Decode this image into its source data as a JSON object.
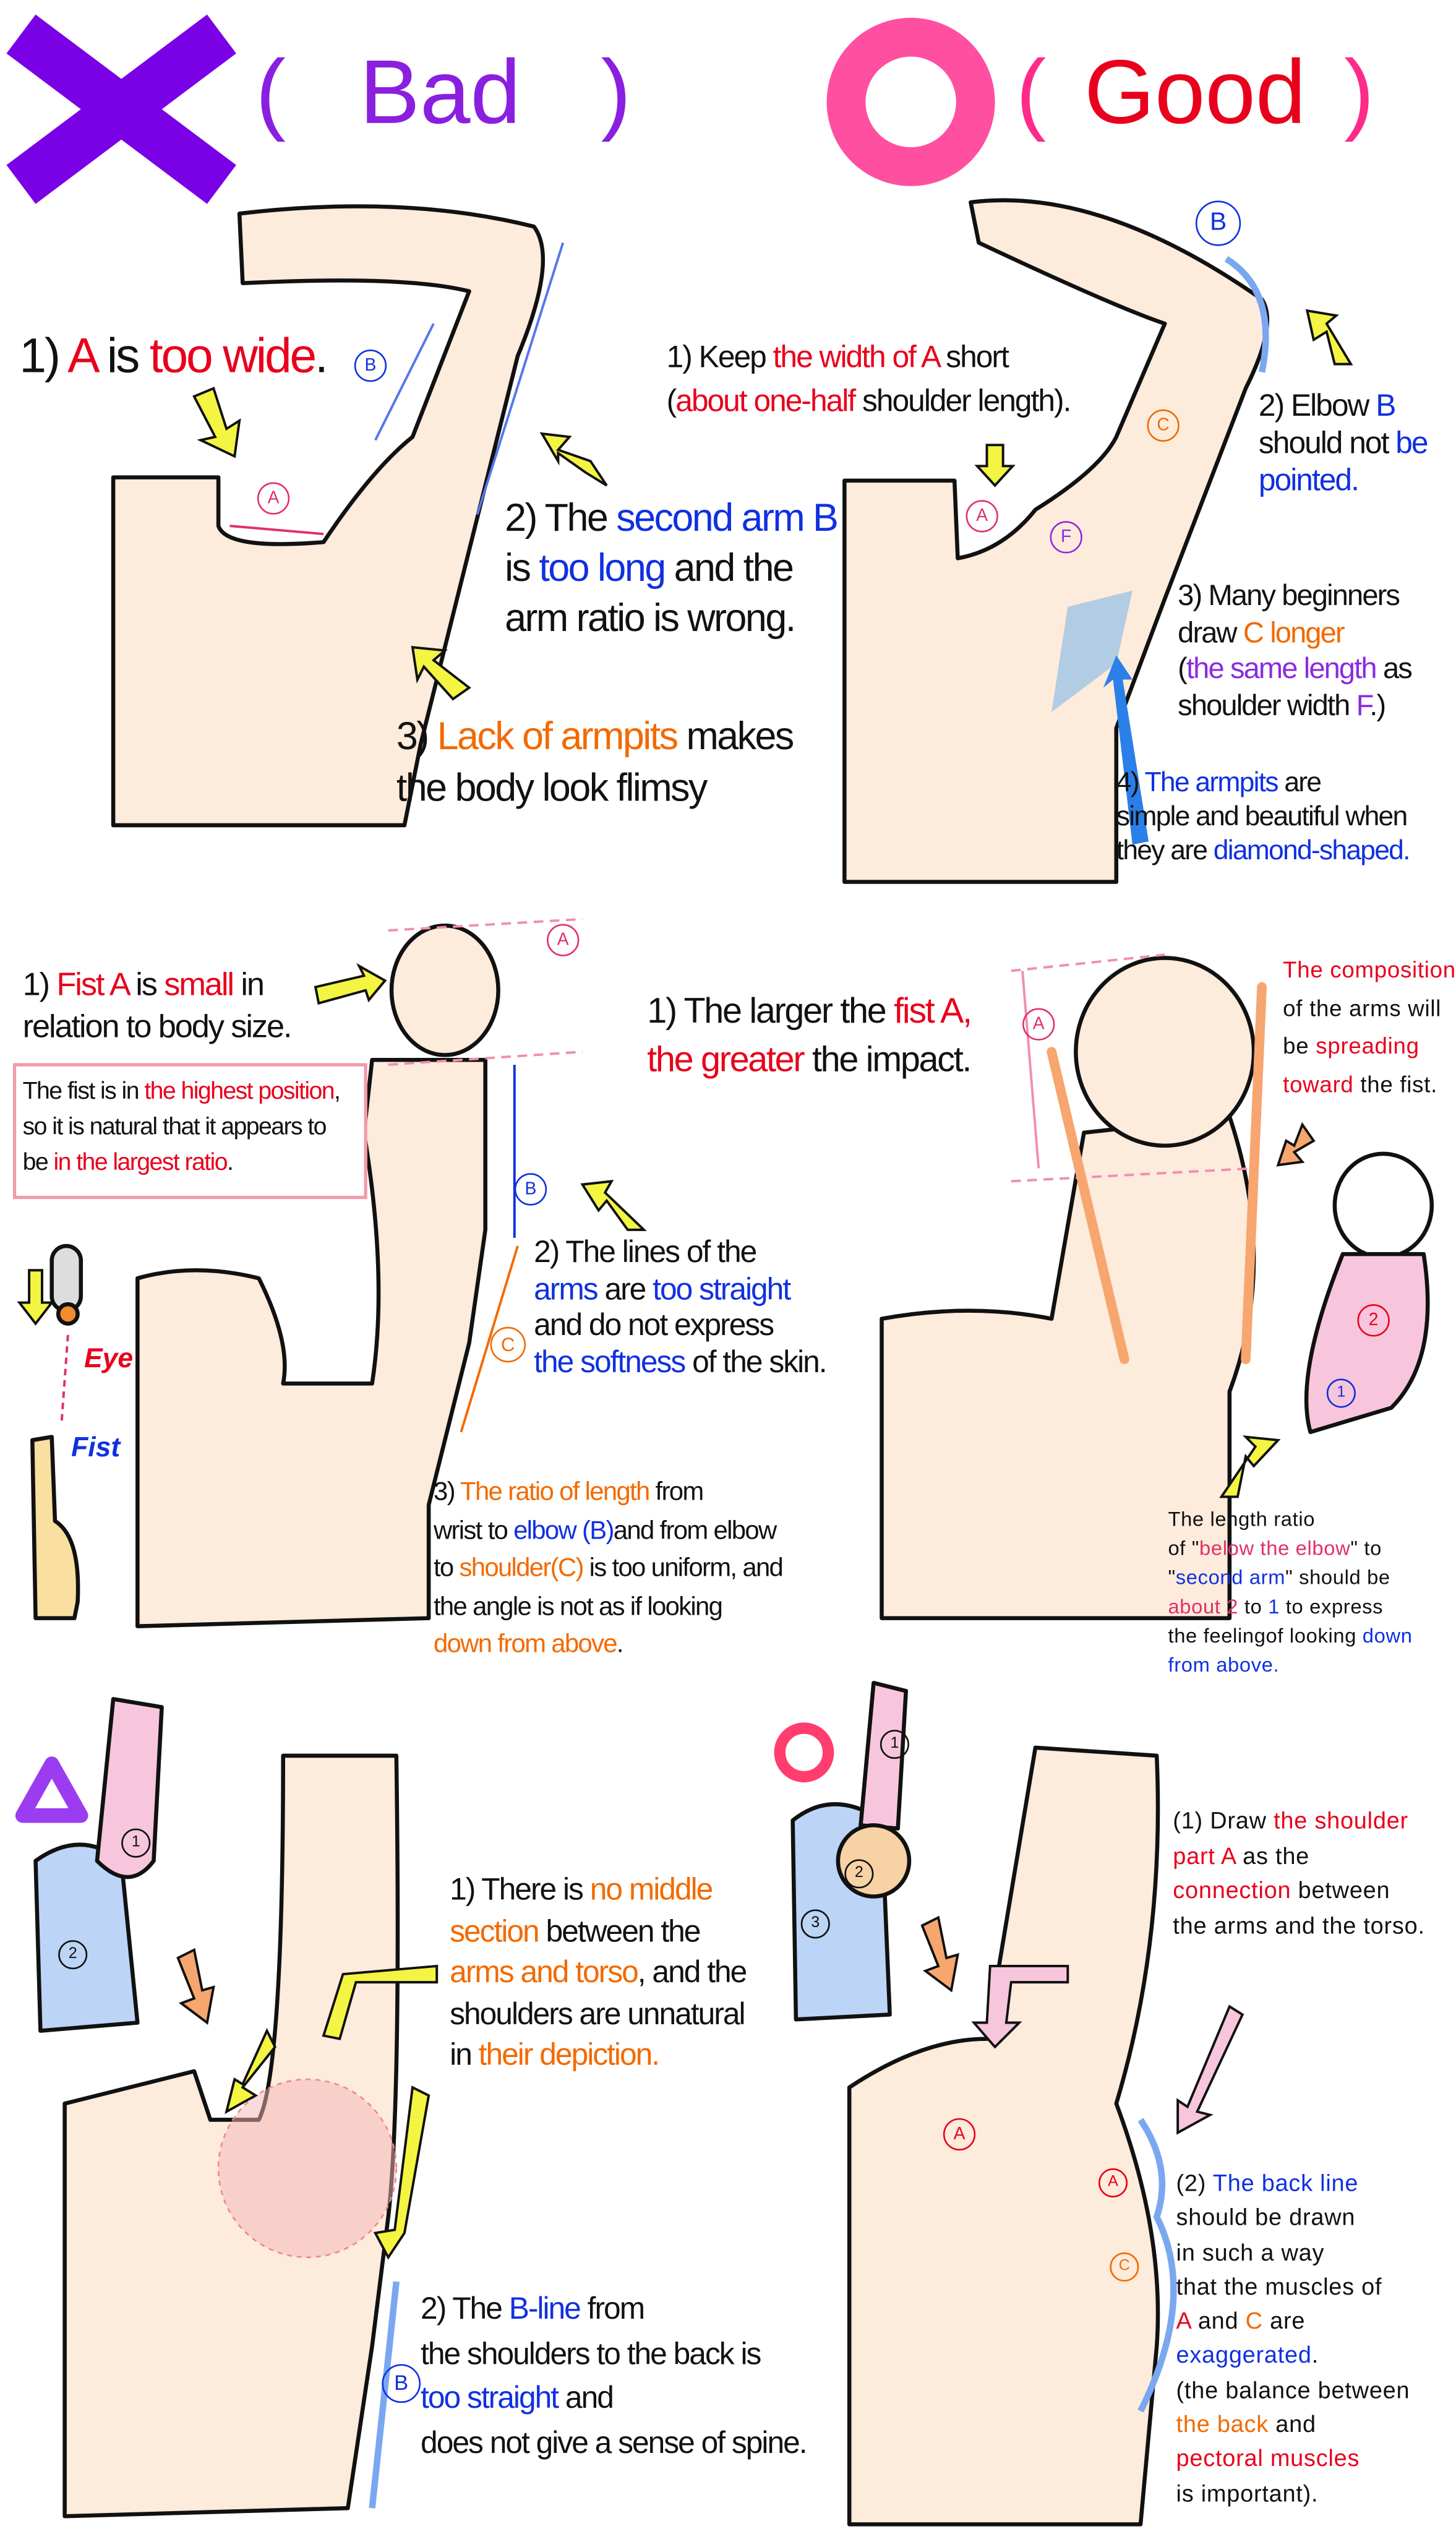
{
  "palette": {
    "k": "#111111",
    "red": "#e8001c",
    "blue": "#1030e0",
    "orange": "#f26a00",
    "purple": "#8a2be2",
    "pink": "#e0306a",
    "header_purple": "#8a1fe0",
    "header_pink": "#ff2b8a",
    "ring_pink": "#ff4fa0",
    "skin": "#fdebdc",
    "lightblue": "#bcd4f6",
    "lightpink": "#f7c6dc",
    "yellow": "#f3f542",
    "peach": "#f6a66e"
  },
  "header": {
    "bad": {
      "icon": "x-mark-icon",
      "open": "(",
      "label": "Bad",
      "close": ")"
    },
    "good": {
      "icon": "circle-mark-icon",
      "open": "(",
      "label": "Good",
      "close": ")"
    }
  },
  "side_labels": {
    "eye": "Eye",
    "fist": "Fist"
  },
  "blocks": [
    {
      "id": "b1",
      "lines": [
        [
          {
            "t": "1) ",
            "c": "k"
          },
          {
            "t": "A",
            "c": "red"
          },
          {
            "t": " is ",
            "c": "k"
          },
          {
            "t": "too wide",
            "c": "red"
          },
          {
            "t": ".",
            "c": "k"
          }
        ]
      ]
    },
    {
      "id": "b2",
      "lines": [
        [
          {
            "t": "2) The ",
            "c": "k"
          },
          {
            "t": "second arm B",
            "c": "blue"
          }
        ],
        [
          {
            "t": "is ",
            "c": "k"
          },
          {
            "t": "too long",
            "c": "blue"
          },
          {
            "t": " and the",
            "c": "k"
          }
        ],
        [
          {
            "t": "arm ratio is wrong.",
            "c": "k"
          }
        ]
      ]
    },
    {
      "id": "b3",
      "lines": [
        [
          {
            "t": "3) ",
            "c": "k"
          },
          {
            "t": "Lack of armpits",
            "c": "orange"
          },
          {
            "t": " makes",
            "c": "k"
          }
        ],
        [
          {
            "t": "the body look flimsy",
            "c": "k"
          }
        ]
      ]
    },
    {
      "id": "g1",
      "lines": [
        [
          {
            "t": "1) Keep ",
            "c": "k"
          },
          {
            "t": "the width of A",
            "c": "red"
          },
          {
            "t": " short",
            "c": "k"
          }
        ],
        [
          {
            "t": "(",
            "c": "k"
          },
          {
            "t": "about one-half",
            "c": "red"
          },
          {
            "t": " shoulder length).",
            "c": "k"
          }
        ]
      ]
    },
    {
      "id": "g2",
      "lines": [
        [
          {
            "t": "2) Elbow ",
            "c": "k"
          },
          {
            "t": "B",
            "c": "blue"
          }
        ],
        [
          {
            "t": "should not ",
            "c": "k"
          },
          {
            "t": "be",
            "c": "blue"
          }
        ],
        [
          {
            "t": "pointed.",
            "c": "blue"
          }
        ]
      ]
    },
    {
      "id": "g3",
      "lines": [
        [
          {
            "t": "3) Many beginners",
            "c": "k"
          }
        ],
        [
          {
            "t": "draw ",
            "c": "k"
          },
          {
            "t": "C longer",
            "c": "orange"
          }
        ],
        [
          {
            "t": "(",
            "c": "k"
          },
          {
            "t": "the same length",
            "c": "purple"
          },
          {
            "t": " as",
            "c": "k"
          }
        ],
        [
          {
            "t": "shoulder width ",
            "c": "k"
          },
          {
            "t": "F",
            "c": "purple"
          },
          {
            "t": ".)",
            "c": "k"
          }
        ]
      ]
    },
    {
      "id": "g4",
      "lines": [
        [
          {
            "t": "4) ",
            "c": "k"
          },
          {
            "t": "The armpits",
            "c": "blue"
          },
          {
            "t": " are",
            "c": "k"
          }
        ],
        [
          {
            "t": "simple and beautiful when",
            "c": "k"
          }
        ],
        [
          {
            "t": "they are ",
            "c": "k"
          },
          {
            "t": "diamond-shaped.",
            "c": "blue"
          }
        ]
      ]
    },
    {
      "id": "c1",
      "lines": [
        [
          {
            "t": "1) ",
            "c": "k"
          },
          {
            "t": "Fist A",
            "c": "red"
          },
          {
            "t": " is ",
            "c": "k"
          },
          {
            "t": "small",
            "c": "red"
          },
          {
            "t": " in",
            "c": "k"
          }
        ],
        [
          {
            "t": "relation to body size.",
            "c": "k"
          }
        ]
      ]
    },
    {
      "id": "cbox",
      "lines": [
        [
          {
            "t": "The fist is in ",
            "c": "k"
          },
          {
            "t": "the highest position",
            "c": "red"
          },
          {
            "t": ",",
            "c": "k"
          }
        ],
        [
          {
            "t": "so it is natural that it appears to",
            "c": "k"
          }
        ],
        [
          {
            "t": "be ",
            "c": "k"
          },
          {
            "t": "in the largest ratio",
            "c": "red"
          },
          {
            "t": ".",
            "c": "k"
          }
        ]
      ]
    },
    {
      "id": "c2",
      "lines": [
        [
          {
            "t": "2) The lines of the",
            "c": "k"
          }
        ],
        [
          {
            "t": "arms",
            "c": "blue"
          },
          {
            "t": " are ",
            "c": "k"
          },
          {
            "t": "too straight",
            "c": "blue"
          }
        ],
        [
          {
            "t": "and do not express",
            "c": "k"
          }
        ],
        [
          {
            "t": "the softness",
            "c": "blue"
          },
          {
            "t": " of the skin.",
            "c": "k"
          }
        ]
      ]
    },
    {
      "id": "c3",
      "lines": [
        [
          {
            "t": "3) ",
            "c": "k"
          },
          {
            "t": "The ratio of length",
            "c": "orange"
          },
          {
            "t": " from",
            "c": "k"
          }
        ],
        [
          {
            "t": "wrist to ",
            "c": "k"
          },
          {
            "t": "elbow (B)",
            "c": "blue"
          },
          {
            "t": "and from elbow",
            "c": "k"
          }
        ],
        [
          {
            "t": "to ",
            "c": "k"
          },
          {
            "t": "shoulder(C)",
            "c": "orange"
          },
          {
            "t": " is too uniform, and",
            "c": "k"
          }
        ],
        [
          {
            "t": "the angle is not as if looking",
            "c": "k"
          }
        ],
        [
          {
            "t": "down from above",
            "c": "orange"
          },
          {
            "t": ".",
            "c": "k"
          }
        ]
      ]
    },
    {
      "id": "d1",
      "lines": [
        [
          {
            "t": "1) The larger the ",
            "c": "k"
          },
          {
            "t": "fist A,",
            "c": "red"
          }
        ],
        [
          {
            "t": "the greater",
            "c": "red"
          },
          {
            "t": " the impact.",
            "c": "k"
          }
        ]
      ]
    },
    {
      "id": "d2",
      "lines": [
        [
          {
            "t": "The composition",
            "c": "red"
          }
        ],
        [
          {
            "t": "of the arms will",
            "c": "k"
          }
        ],
        [
          {
            "t": "be ",
            "c": "k"
          },
          {
            "t": "spreading",
            "c": "red"
          }
        ],
        [
          {
            "t": "toward",
            "c": "red"
          },
          {
            "t": " the fist.",
            "c": "k"
          }
        ]
      ]
    },
    {
      "id": "d3",
      "lines": [
        [
          {
            "t": "The length ratio",
            "c": "k"
          }
        ],
        [
          {
            "t": "of \"",
            "c": "k"
          },
          {
            "t": "below the elbow",
            "c": "pink"
          },
          {
            "t": "\" to",
            "c": "k"
          }
        ],
        [
          {
            "t": "\"",
            "c": "k"
          },
          {
            "t": "second arm",
            "c": "blue"
          },
          {
            "t": "\" should be",
            "c": "k"
          }
        ],
        [
          {
            "t": "about 2",
            "c": "pink"
          },
          {
            "t": " to ",
            "c": "k"
          },
          {
            "t": "1",
            "c": "blue"
          },
          {
            "t": " to express",
            "c": "k"
          }
        ],
        [
          {
            "t": "the feelingof looking ",
            "c": "k"
          },
          {
            "t": "down",
            "c": "blue"
          }
        ],
        [
          {
            "t": "from above.",
            "c": "blue"
          }
        ]
      ]
    },
    {
      "id": "e1",
      "lines": [
        [
          {
            "t": "1) There is ",
            "c": "k"
          },
          {
            "t": "no middle",
            "c": "orange"
          }
        ],
        [
          {
            "t": "section",
            "c": "orange"
          },
          {
            "t": " between the",
            "c": "k"
          }
        ],
        [
          {
            "t": "arms and torso",
            "c": "orange"
          },
          {
            "t": ", and the",
            "c": "k"
          }
        ],
        [
          {
            "t": "shoulders are unnatural",
            "c": "k"
          }
        ],
        [
          {
            "t": "in ",
            "c": "k"
          },
          {
            "t": "their depiction.",
            "c": "orange"
          }
        ]
      ]
    },
    {
      "id": "e2",
      "lines": [
        [
          {
            "t": "2) The ",
            "c": "k"
          },
          {
            "t": "B-line",
            "c": "blue"
          },
          {
            "t": " from",
            "c": "k"
          }
        ],
        [
          {
            "t": "the shoulders to the back is",
            "c": "k"
          }
        ],
        [
          {
            "t": "too straight",
            "c": "blue"
          },
          {
            "t": " and",
            "c": "k"
          }
        ],
        [
          {
            "t": "does not give a sense of spine.",
            "c": "k"
          }
        ]
      ]
    },
    {
      "id": "f1",
      "lines": [
        [
          {
            "t": "(1) Draw ",
            "c": "k"
          },
          {
            "t": "the shoulder",
            "c": "red"
          }
        ],
        [
          {
            "t": "part A",
            "c": "red"
          },
          {
            "t": " as the",
            "c": "k"
          }
        ],
        [
          {
            "t": "connection",
            "c": "red"
          },
          {
            "t": " between",
            "c": "k"
          }
        ],
        [
          {
            "t": "the arms and the torso.",
            "c": "k"
          }
        ]
      ]
    },
    {
      "id": "f2",
      "lines": [
        [
          {
            "t": "(2) ",
            "c": "k"
          },
          {
            "t": "The back line",
            "c": "blue"
          }
        ],
        [
          {
            "t": "should be drawn",
            "c": "k"
          }
        ],
        [
          {
            "t": "in such a way",
            "c": "k"
          }
        ],
        [
          {
            "t": "that the muscles of",
            "c": "k"
          }
        ],
        [
          {
            "t": "A",
            "c": "red"
          },
          {
            "t": " and ",
            "c": "k"
          },
          {
            "t": "C",
            "c": "orange"
          },
          {
            "t": " are",
            "c": "k"
          }
        ],
        [
          {
            "t": "exaggerated",
            "c": "blue"
          },
          {
            "t": ".",
            "c": "k"
          }
        ],
        [
          {
            "t": "(the balance between",
            "c": "k"
          }
        ],
        [
          {
            "t": "the back",
            "c": "orange"
          },
          {
            "t": " and",
            "c": "k"
          }
        ],
        [
          {
            "t": "pectoral muscles",
            "c": "red"
          }
        ],
        [
          {
            "t": "is important).",
            "c": "k"
          }
        ]
      ]
    }
  ],
  "markers": [
    {
      "t": "A",
      "c": "pink"
    },
    {
      "t": "B",
      "c": "blue"
    },
    {
      "t": "B",
      "c": "blue"
    },
    {
      "t": "C",
      "c": "orange"
    },
    {
      "t": "A",
      "c": "pink"
    },
    {
      "t": "F",
      "c": "purple"
    },
    {
      "t": "A",
      "c": "pink"
    },
    {
      "t": "B",
      "c": "blue"
    },
    {
      "t": "C",
      "c": "orange"
    },
    {
      "t": "A",
      "c": "pink"
    },
    {
      "t": "2",
      "c": "red"
    },
    {
      "t": "1",
      "c": "blue"
    },
    {
      "t": "1",
      "c": "k"
    },
    {
      "t": "2",
      "c": "k"
    },
    {
      "t": "B",
      "c": "blue"
    },
    {
      "t": "1",
      "c": "k"
    },
    {
      "t": "2",
      "c": "k"
    },
    {
      "t": "3",
      "c": "k"
    },
    {
      "t": "A",
      "c": "red"
    },
    {
      "t": "A",
      "c": "red"
    },
    {
      "t": "C",
      "c": "orange"
    }
  ]
}
